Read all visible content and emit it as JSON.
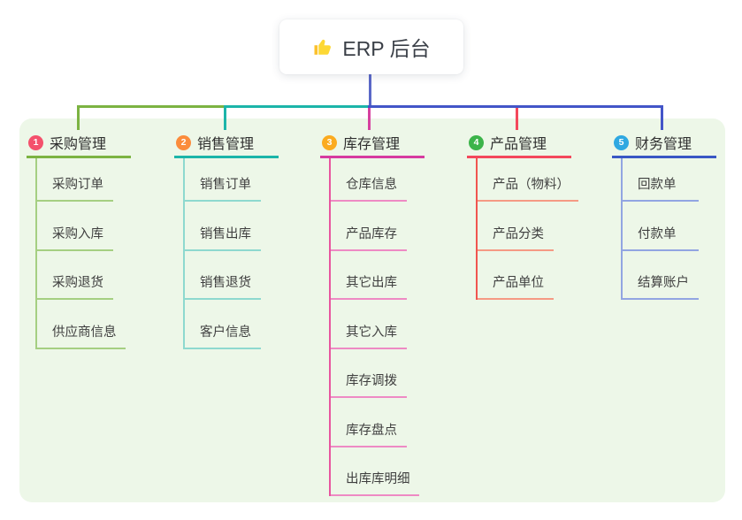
{
  "root": {
    "title": "ERP 后台",
    "icon": "thumbs-up-icon"
  },
  "connectors": {
    "root_color": "#5b68c8",
    "bus_color": "#4355c8"
  },
  "branches": [
    {
      "index": "1",
      "label": "采购管理",
      "badge_color": "#f4516c",
      "header_color": "#7cb342",
      "spine_color": "#a5cf82",
      "sub_color": "#a5cf82",
      "connector_color": "#7cb342",
      "items": [
        "采购订单",
        "采购入库",
        "采购退货",
        "供应商信息"
      ]
    },
    {
      "index": "2",
      "label": "销售管理",
      "badge_color": "#fb8c3c",
      "header_color": "#1cb5a9",
      "spine_color": "#8ed9cf",
      "sub_color": "#8ed9cf",
      "connector_color": "#1cb5a9",
      "items": [
        "销售订单",
        "销售出库",
        "销售退货",
        "客户信息"
      ]
    },
    {
      "index": "3",
      "label": "库存管理",
      "badge_color": "#fbab1f",
      "header_color": "#d63ba0",
      "spine_color": "#e8559f",
      "sub_color": "#ee8ac4",
      "connector_color": "#d6409f",
      "items": [
        "仓库信息",
        "产品库存",
        "其它出库",
        "其它入库",
        "库存调拨",
        "库存盘点",
        "出库库明细"
      ]
    },
    {
      "index": "4",
      "label": "产品管理",
      "badge_color": "#3cb44a",
      "header_color": "#f4485c",
      "spine_color": "#f1554f",
      "sub_color": "#f59a84",
      "connector_color": "#f4485c",
      "items": [
        "产品（物料）",
        "产品分类",
        "产品单位"
      ]
    },
    {
      "index": "5",
      "label": "财务管理",
      "badge_color": "#2fa8e1",
      "header_color": "#3a57c4",
      "spine_color": "#92a5e2",
      "sub_color": "#92a5e2",
      "connector_color": "#4355c8",
      "items": [
        "回款单",
        "付款单",
        "结算账户"
      ]
    }
  ]
}
